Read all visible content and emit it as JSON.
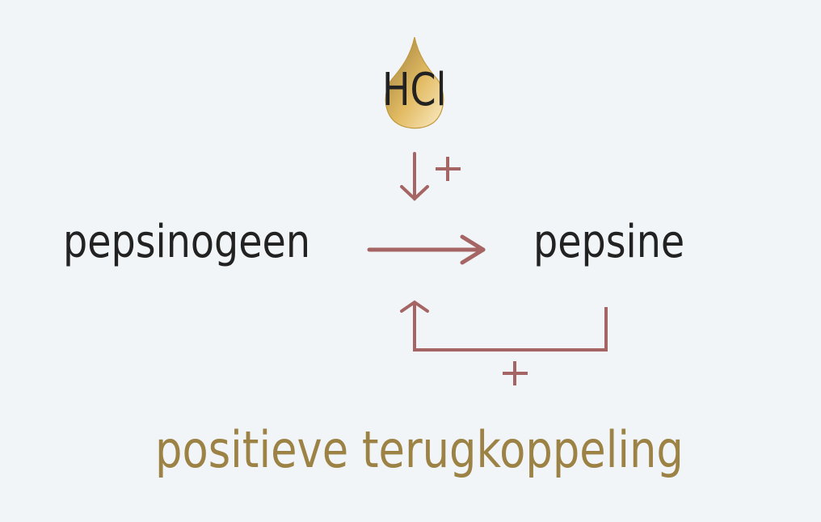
{
  "diagram": {
    "title": "positieve terugkoppeling",
    "nodes": {
      "catalyst": "HCl",
      "substrate": "pepsinogeen",
      "product": "pepsine"
    },
    "signs": {
      "hcl_effect": "+",
      "feedback_effect": "+"
    },
    "edges": [
      {
        "from": "HCl",
        "to": "conversion",
        "sign": "+"
      },
      {
        "from": "pepsinogeen",
        "to": "pepsine",
        "sign": ""
      },
      {
        "from": "pepsine",
        "to": "conversion",
        "sign": "+",
        "type": "feedback"
      }
    ],
    "icons": {
      "catalyst_icon": "droplet-icon"
    },
    "colors": {
      "background": "#f2f5f7",
      "arrow": "#a66565",
      "text": "#222222",
      "title": "#9c8345",
      "droplet_light": "#f6e2b3",
      "droplet_dark": "#a9883e",
      "droplet_outline": "#c09a3f"
    }
  }
}
